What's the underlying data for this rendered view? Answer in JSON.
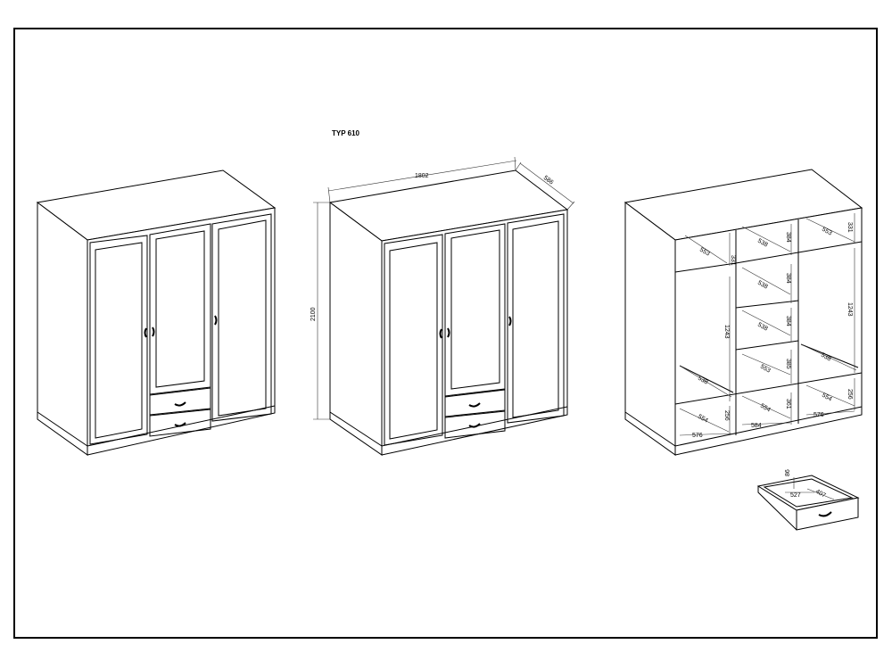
{
  "drawing": {
    "title": "TYP 610",
    "colors": {
      "line": "#000000",
      "background": "#ffffff"
    },
    "overall": {
      "width": "1802",
      "depth": "586",
      "height": "2100"
    },
    "interior": {
      "left_top_depth": "553",
      "left_top_height": "331",
      "center_shelf_depth_1": "538",
      "center_shelf_height_1": "384",
      "center_shelf_depth_2": "538",
      "center_shelf_height_2": "384",
      "center_shelf_depth_3": "538",
      "center_shelf_height_3": "384",
      "center_shelf_depth_4": "553",
      "center_shelf_height_4": "385",
      "right_top_depth": "553",
      "right_top_height": "331",
      "left_hanging_height": "1243",
      "right_hanging_height": "1243",
      "left_bottom_upper_depth": "538",
      "right_bottom_upper_depth": "538",
      "left_base_depth": "554",
      "left_base_height": "256",
      "left_base_width": "576",
      "center_base_depth": "554",
      "center_base_height": "361",
      "center_base_width": "584",
      "right_base_depth": "554",
      "right_base_height": "256",
      "right_base_width": "576"
    },
    "drawer": {
      "height": "86",
      "width": "527",
      "depth": "407"
    }
  }
}
